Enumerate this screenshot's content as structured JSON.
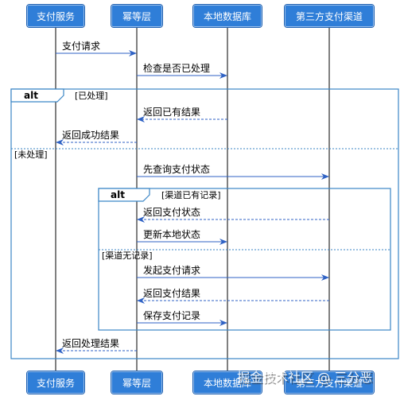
{
  "participants": [
    {
      "id": "pay",
      "name": "支付服务"
    },
    {
      "id": "idem",
      "name": "幂等层"
    },
    {
      "id": "db",
      "name": "本地数据库"
    },
    {
      "id": "channel",
      "name": "第三方支付渠道"
    }
  ],
  "messages": [
    {
      "from": "pay",
      "to": "idem",
      "label": "支付请求",
      "kind": "call"
    },
    {
      "from": "idem",
      "to": "db",
      "label": "检查是否已处理",
      "kind": "call"
    },
    {
      "from": "db",
      "to": "idem",
      "label": "返回已有结果",
      "kind": "return"
    },
    {
      "from": "idem",
      "to": "pay",
      "label": "返回成功结果",
      "kind": "return"
    },
    {
      "from": "idem",
      "to": "channel",
      "label": "先查询支付状态",
      "kind": "call"
    },
    {
      "from": "channel",
      "to": "idem",
      "label": "返回支付状态",
      "kind": "return"
    },
    {
      "from": "idem",
      "to": "db",
      "label": "更新本地状态",
      "kind": "call"
    },
    {
      "from": "idem",
      "to": "channel",
      "label": "发起支付请求",
      "kind": "call"
    },
    {
      "from": "channel",
      "to": "idem",
      "label": "返回支付结果",
      "kind": "return"
    },
    {
      "from": "idem",
      "to": "db",
      "label": "保存支付记录",
      "kind": "call"
    },
    {
      "from": "idem",
      "to": "pay",
      "label": "返回处理结果",
      "kind": "return"
    }
  ],
  "fragments": [
    {
      "id": "outer",
      "operator": "alt",
      "guards": [
        "[已处理]",
        "[未处理]"
      ]
    },
    {
      "id": "inner",
      "operator": "alt",
      "guards": [
        "[渠道已有记录]",
        "[渠道无记录]"
      ]
    }
  ],
  "watermark": "掘金技术社区 @ 三分恶",
  "colors": {
    "participant_fill": "#2f7ed8",
    "message_line": "#2f62c4",
    "frame_border": "#3b86c6"
  }
}
